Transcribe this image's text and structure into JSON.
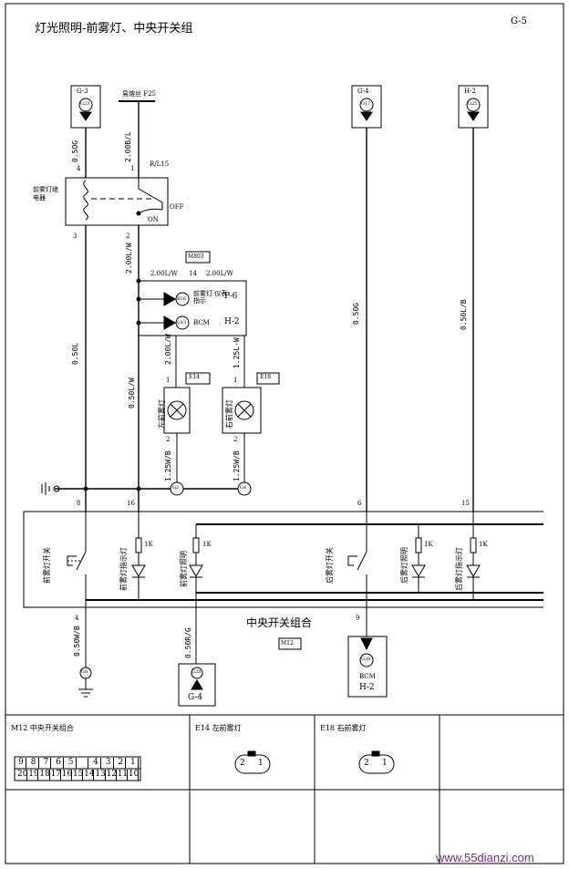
{
  "header": {
    "title": "灯光照明-前雾灯、中央开关组",
    "page_code": "G-5"
  },
  "fuse": {
    "label": "易熔丝 F25"
  },
  "ground_refs": [
    {
      "code": "G-3",
      "pin": "G23"
    },
    {
      "code": "G-4",
      "pin": "G17"
    },
    {
      "code": "H-2",
      "pin": "G25"
    }
  ],
  "relay": {
    "label": "前雾灯继电器",
    "off_label": "OFF",
    "on_label": "ON",
    "pins": [
      "4",
      "1",
      "3",
      "2"
    ],
    "pin1_wire": "R/L15"
  },
  "wires": {
    "w_g3_top": "0.5OG",
    "w_fuse": "2.00B/L",
    "w_relay_out": "2.00L/W",
    "w_splice_l": "2.00L/W",
    "w_splice_pin": "14",
    "w_splice_r": "2.00L/W",
    "w_left_main": "0.50L",
    "w_indicator": "0.50L/W",
    "w_lamp_l_top": "2.00L/W",
    "w_lamp_r_top": "1.25L-W",
    "w_lamp_l_bot": "1.25W/B",
    "w_lamp_r_bot": "1.25W/B",
    "w_g4_mid": "0.50G",
    "w_h2_mid": "0.50L/B",
    "w_bottom_left": "0.50W/B",
    "w_bottom_g4": "0.50R/G"
  },
  "connectors": {
    "m803": "M803",
    "e14": "E14",
    "e18": "E18",
    "m12": "M12"
  },
  "indicator": {
    "pin": "B26",
    "text": "前雾灯 仪表指示",
    "code": "P-6"
  },
  "bcm_link": {
    "pin": "G13",
    "text": "BCM",
    "code": "H-2"
  },
  "lamps": {
    "left": {
      "label": "左前雾灯",
      "pin_top": "1",
      "pin_bot": "2"
    },
    "right": {
      "label": "右前雾灯",
      "pin_top": "1",
      "pin_bot": "2"
    }
  },
  "ground_bar": {
    "g1": "G2",
    "g2": "G4"
  },
  "switch_group": {
    "label": "中央开关组合",
    "pins_top": [
      "8",
      "16",
      "6",
      "15"
    ],
    "pins_bottom": [
      "4",
      "9"
    ],
    "items": [
      "前雾灯开关",
      "前雾灯指示灯",
      "前雾灯照明",
      "后雾灯开关",
      "后雾灯照明",
      "后雾灯指示灯"
    ],
    "resistors": [
      "1K",
      "1K",
      "1K",
      "1K"
    ]
  },
  "bottom_refs": {
    "ground": "G8",
    "g4": {
      "pin": "G28",
      "code": "G-4"
    },
    "bcm": {
      "pin": "G38",
      "text": "BCM",
      "code": "H-2"
    }
  },
  "legend": {
    "m12_title": "M12 中央开关组合",
    "e14_title": "E14 左前雾灯",
    "e18_title": "E18 右前雾灯",
    "m12_row1": [
      "9",
      "8",
      "7",
      "6",
      "5",
      "",
      "4",
      "3",
      "2",
      "1"
    ],
    "m12_row2": [
      "20",
      "19",
      "18",
      "17",
      "16",
      "15",
      "14",
      "13",
      "12",
      "11",
      "10"
    ],
    "plug_pins": [
      "2",
      "1"
    ]
  },
  "watermark": "www.55dianzi.com"
}
